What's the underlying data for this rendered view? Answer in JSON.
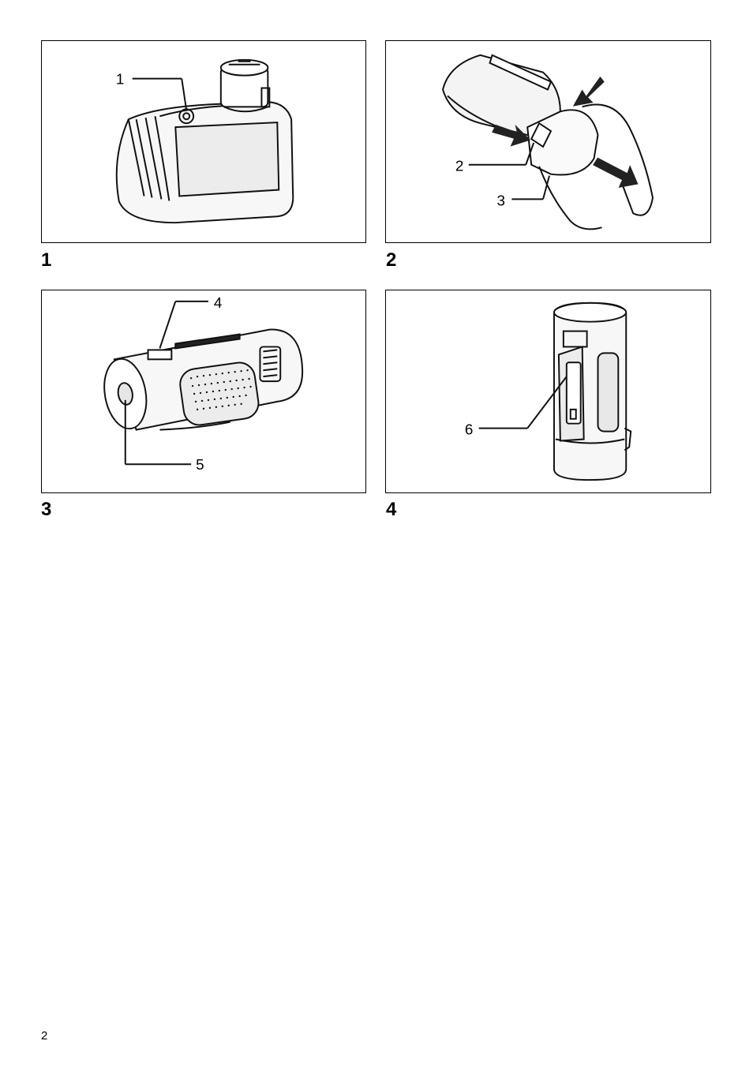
{
  "figures": [
    {
      "number": "1",
      "callouts": [
        "1"
      ]
    },
    {
      "number": "2",
      "callouts": [
        "2",
        "3"
      ]
    },
    {
      "number": "3",
      "callouts": [
        "4",
        "5"
      ]
    },
    {
      "number": "4",
      "callouts": [
        "6"
      ]
    }
  ],
  "page_number": "2"
}
